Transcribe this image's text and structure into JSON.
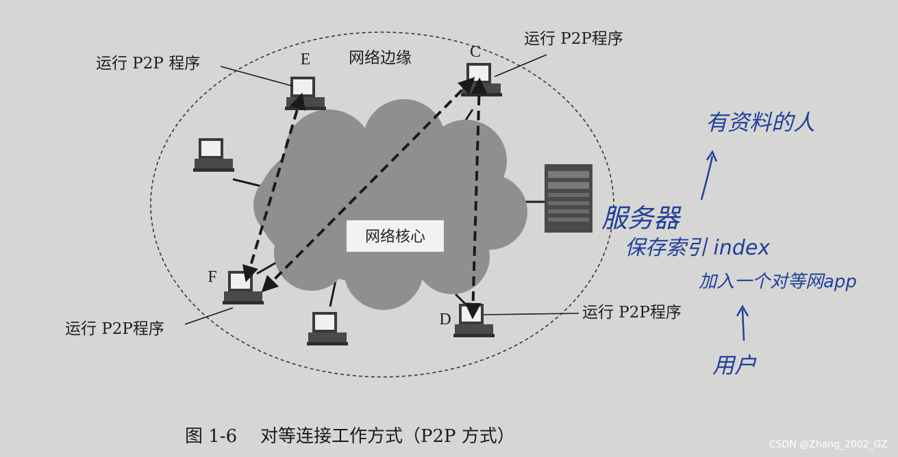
{
  "diagram": {
    "edge_region_label": "网络边缘",
    "core_label": "网络核心",
    "nodes": [
      {
        "id": "E",
        "letter": "E",
        "label": "运行 P2P 程序"
      },
      {
        "id": "C",
        "letter": "C",
        "label": "运行 P2P程序"
      },
      {
        "id": "F",
        "letter": "F",
        "label": "运行 P2P程序"
      },
      {
        "id": "D",
        "letter": "D",
        "label": "运行 P2P程序"
      }
    ],
    "p2p_links": [
      [
        "E",
        "F"
      ],
      [
        "C",
        "F"
      ],
      [
        "C",
        "D"
      ]
    ]
  },
  "handwriting": {
    "top_note": "有资料的人",
    "server_label": "服务器",
    "index_note": "保存索引 index",
    "join_note": "加入一个对等网app",
    "user_label": "用户",
    "color": "#1f3f9a"
  },
  "caption": {
    "figure_number": "图 1-6",
    "title": "对等连接工作方式（P2P 方式）"
  },
  "watermark": "CSDN @Zhang_2002_GZ"
}
